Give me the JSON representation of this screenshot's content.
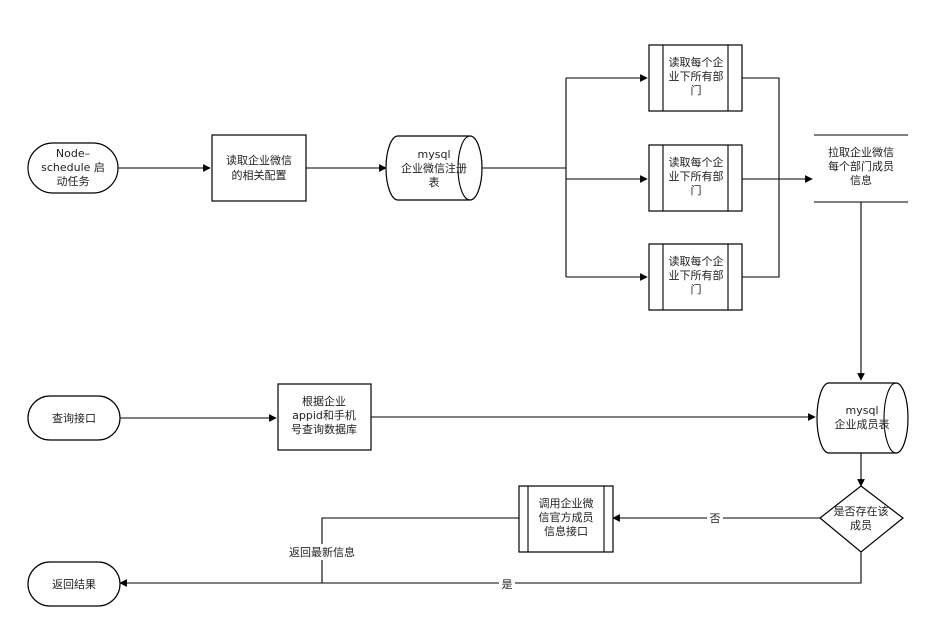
{
  "nodes": {
    "start_task": {
      "lines": [
        "Node–",
        "schedule 启",
        "动任务"
      ]
    },
    "read_config": {
      "lines": [
        "读取企业微信",
        "的相关配置"
      ]
    },
    "mysql_register": {
      "lines": [
        "mysql",
        "企业微信注册",
        "表"
      ]
    },
    "dept_read_1": {
      "lines": [
        "读取每个企",
        "业下所有部",
        "门"
      ]
    },
    "dept_read_2": {
      "lines": [
        "读取每个企",
        "业下所有部",
        "门"
      ]
    },
    "dept_read_3": {
      "lines": [
        "读取每个企",
        "业下所有部",
        "门"
      ]
    },
    "pull_members": {
      "lines": [
        "拉取企业微信",
        "每个部门成员",
        "信息"
      ]
    },
    "query_api": {
      "lines": [
        "查询接口"
      ]
    },
    "query_db": {
      "lines": [
        "根据企业",
        "appid和手机",
        "号查询数据库"
      ]
    },
    "mysql_members": {
      "lines": [
        "mysql",
        "企业成员表"
      ]
    },
    "decision_exists": {
      "lines": [
        "是否存在该",
        "成员"
      ]
    },
    "call_official_api": {
      "lines": [
        "调用企业微",
        "信官方成员",
        "信息接口"
      ]
    },
    "return_result": {
      "lines": [
        "返回结果"
      ]
    }
  },
  "edge_labels": {
    "no": "否",
    "yes": "是",
    "return_latest": "返回最新信息"
  }
}
